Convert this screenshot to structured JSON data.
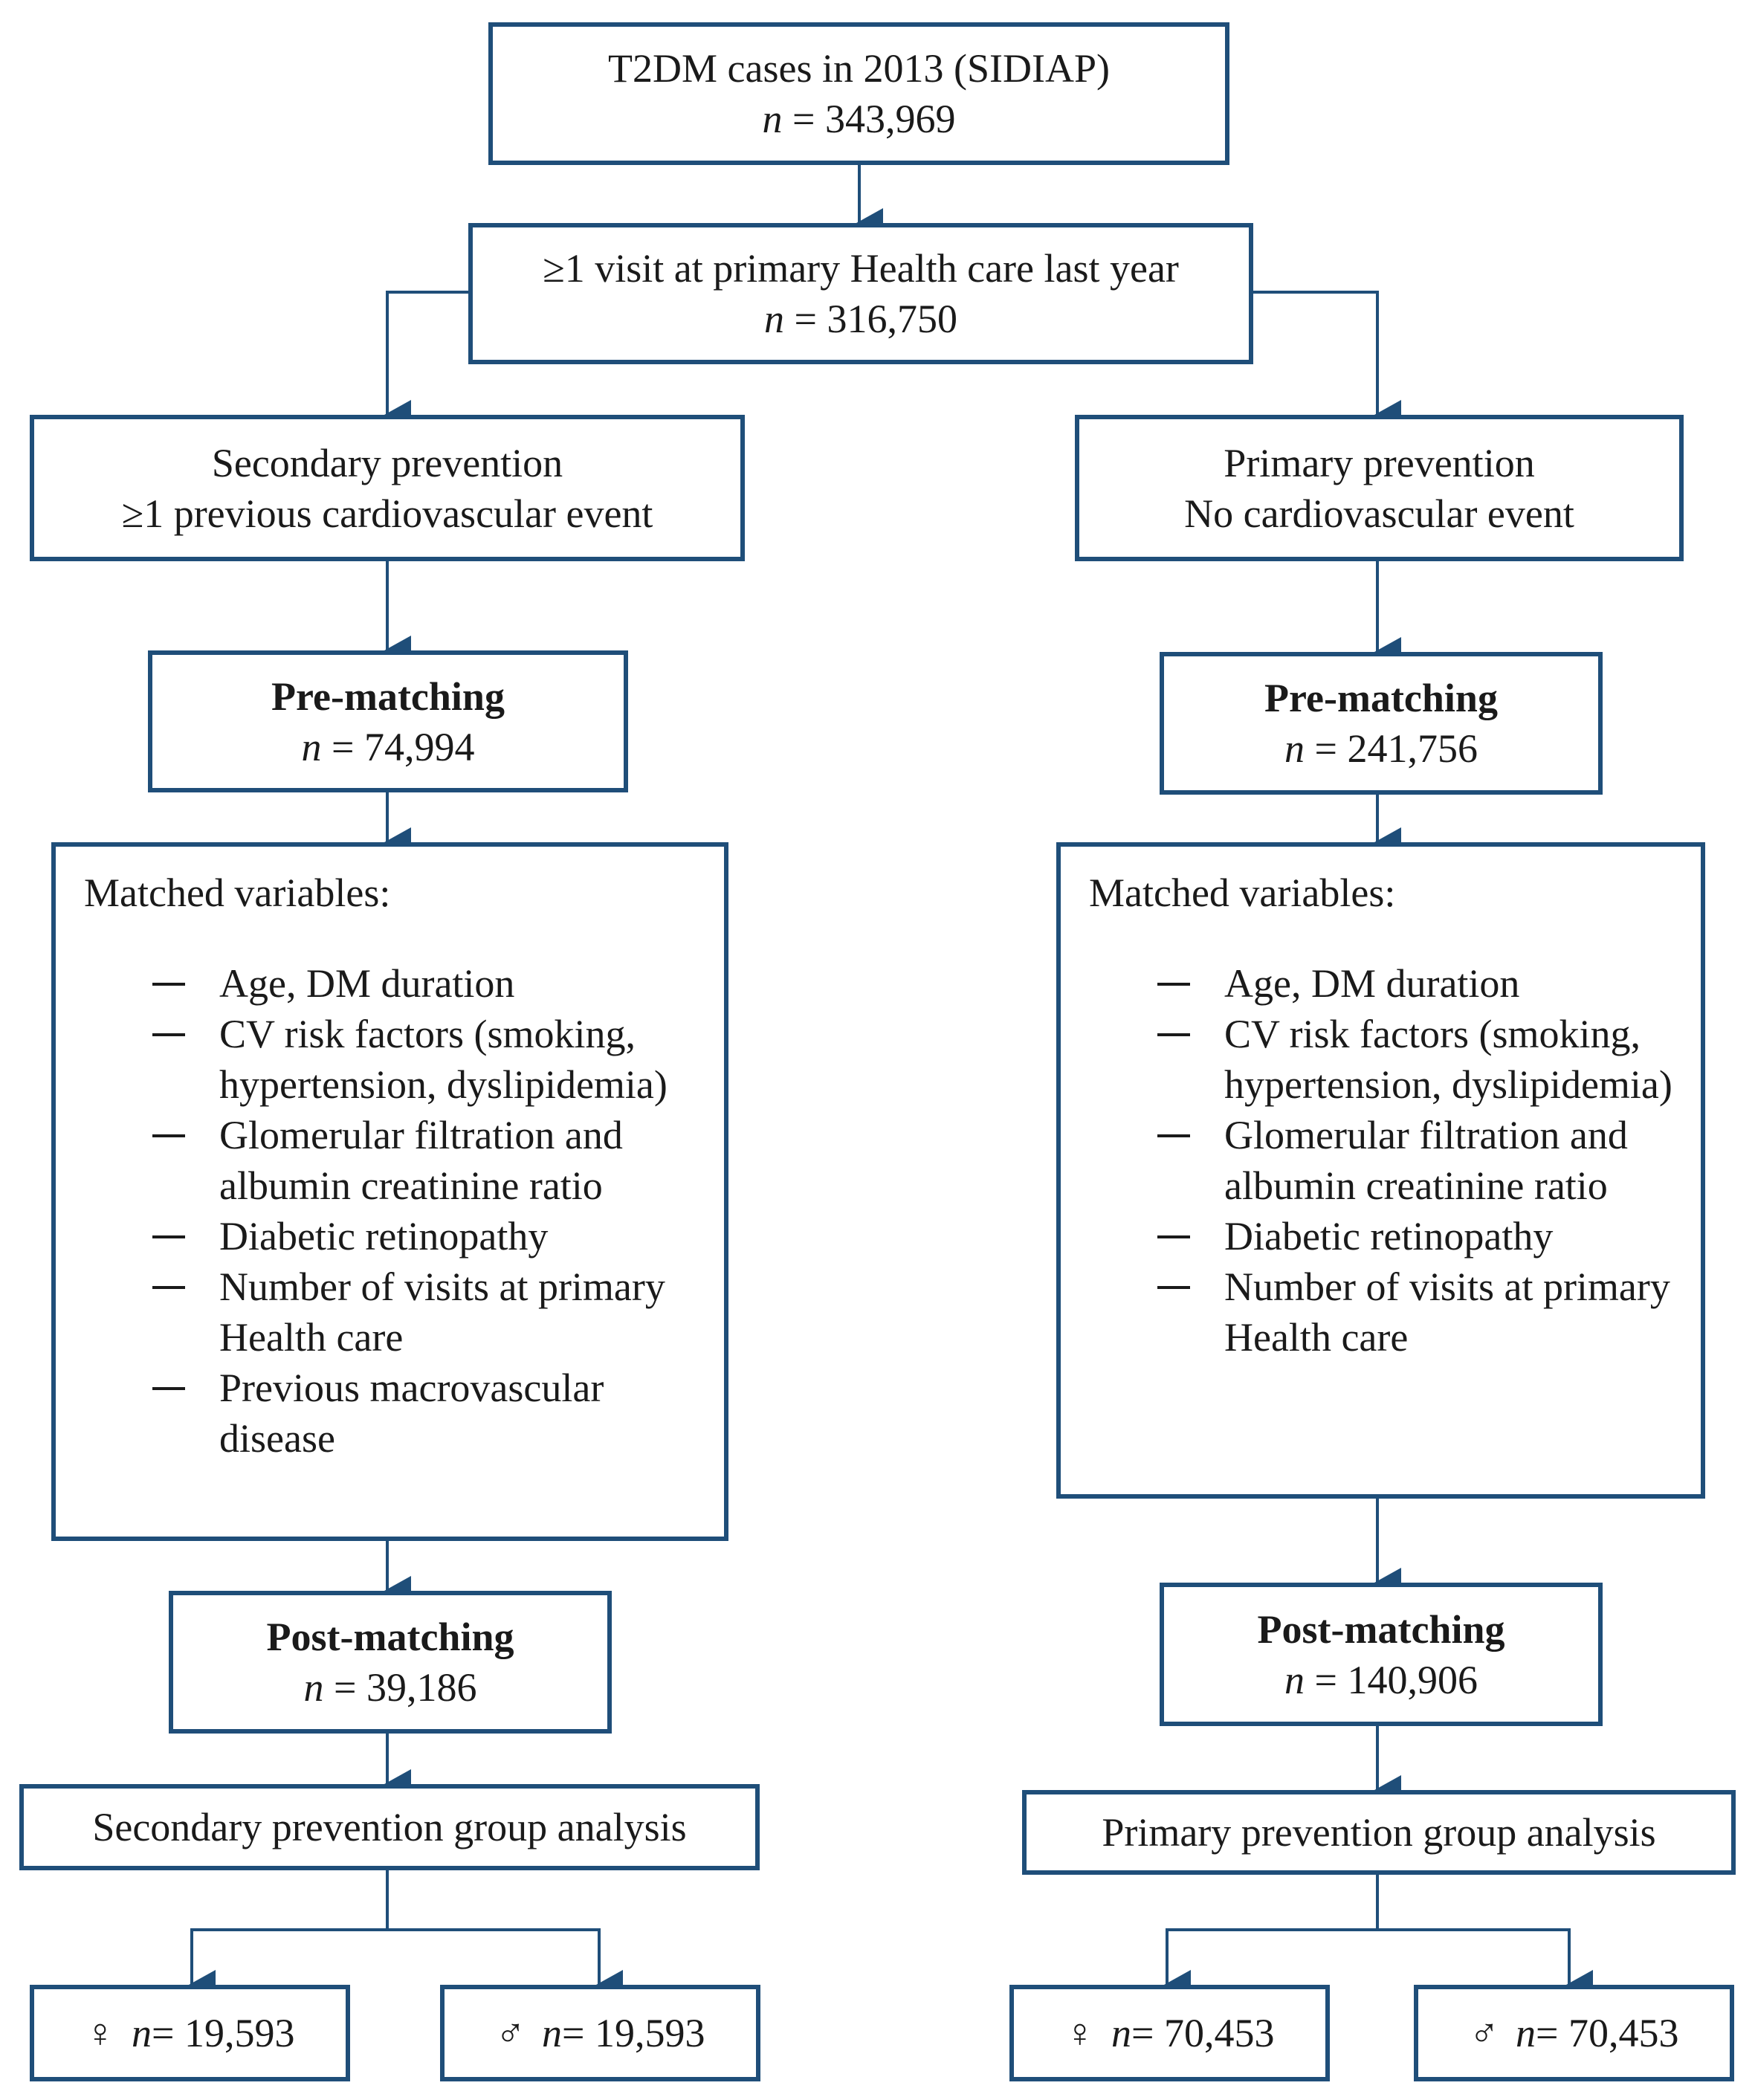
{
  "top": {
    "line1": "T2DM cases in 2013 (SIDIAP)",
    "n_label": "n",
    "n_value": " = 343,969"
  },
  "visit": {
    "line1": "≥1 visit at primary Health care last year",
    "n_label": "n",
    "n_value": " = 316,750"
  },
  "secondary": {
    "line1": "Secondary prevention",
    "line2": "≥1 previous cardiovascular event",
    "pre": {
      "title": "Pre-matching",
      "n_label": "n",
      "n_value": " = 74,994"
    },
    "matched": {
      "heading": "Matched variables:",
      "items": [
        "Age, DM duration",
        "CV risk factors (smoking, hypertension, dyslipidemia)",
        "Glomerular filtration and albumin creatinine ratio",
        "Diabetic retinopathy",
        "Number of visits at primary Health care",
        "Previous macrovascular disease"
      ]
    },
    "post": {
      "title": "Post-matching",
      "n_label": "n",
      "n_value": " = 39,186"
    },
    "analysis": "Secondary prevention group analysis",
    "female": {
      "symbol": "♀",
      "n_label": "n",
      "n_value": " = 19,593"
    },
    "male": {
      "symbol": "♂",
      "n_label": "n",
      "n_value": " = 19,593"
    }
  },
  "primary": {
    "line1": "Primary prevention",
    "line2": "No cardiovascular event",
    "pre": {
      "title": "Pre-matching",
      "n_label": "n",
      "n_value": " = 241,756"
    },
    "matched": {
      "heading": "Matched variables:",
      "items": [
        "Age, DM duration",
        "CV risk factors (smoking, hypertension, dyslipidemia)",
        "Glomerular filtration and albumin creatinine ratio",
        "Diabetic retinopathy",
        "Number of visits at primary Health care"
      ]
    },
    "post": {
      "title": "Post-matching",
      "n_label": "n",
      "n_value": " = 140,906"
    },
    "analysis": "Primary prevention group analysis",
    "female": {
      "symbol": "♀",
      "n_label": "n",
      "n_value": " = 70,453"
    },
    "male": {
      "symbol": "♂",
      "n_label": "n",
      "n_value": " = 70,453"
    }
  },
  "colors": {
    "border": "#1f4e79",
    "arrow": "#1f4e79",
    "text": "#1a1a1a"
  }
}
